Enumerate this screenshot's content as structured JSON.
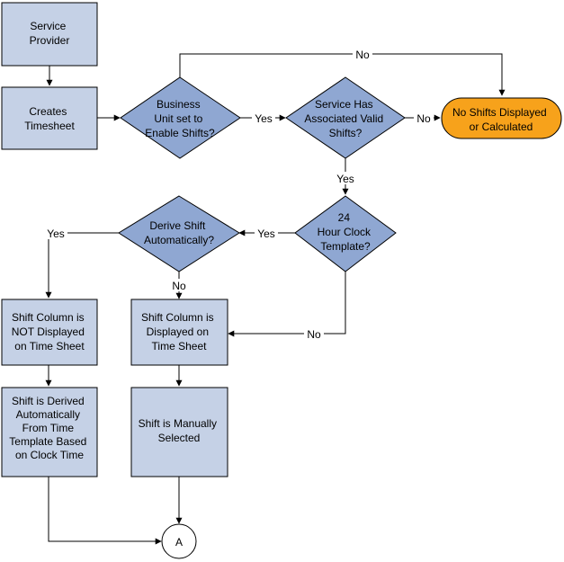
{
  "colors": {
    "process_fill": "#C5D1E6",
    "process_fill_light": "#D5DEEE",
    "decision_fill": "#8FA7D2",
    "terminal_fill": "#F7A21B",
    "stroke": "#000000"
  },
  "nodes": {
    "service_provider": [
      "Service",
      "Provider"
    ],
    "creates_timesheet": [
      "Creates",
      "Timesheet"
    ],
    "business_unit": [
      "Business",
      "Unit set to",
      "Enable Shifts?"
    ],
    "service_has_shifts": [
      "Service Has",
      "Associated Valid",
      "Shifts?"
    ],
    "no_shifts": [
      "No Shifts Displayed",
      "or Calculated"
    ],
    "hour_clock": [
      "24",
      "Hour Clock",
      "Template?"
    ],
    "derive_shift": [
      "Derive Shift",
      "Automatically?"
    ],
    "shift_not_displayed": [
      "Shift Column is",
      "NOT Displayed",
      "on Time Sheet"
    ],
    "shift_displayed": [
      "Shift Column is",
      "Displayed on",
      "Time Sheet"
    ],
    "shift_derived": [
      "Shift is Derived",
      "Automatically",
      "From Time",
      "Template Based",
      "on Clock Time"
    ],
    "shift_manual": [
      "Shift is Manually",
      "Selected"
    ],
    "connector_a": "A"
  },
  "edges": {
    "bu_no": "No",
    "bu_yes": "Yes",
    "svc_no": "No",
    "svc_yes": "Yes",
    "clock_yes": "Yes",
    "clock_no": "No",
    "derive_yes": "Yes",
    "derive_no": "No"
  }
}
